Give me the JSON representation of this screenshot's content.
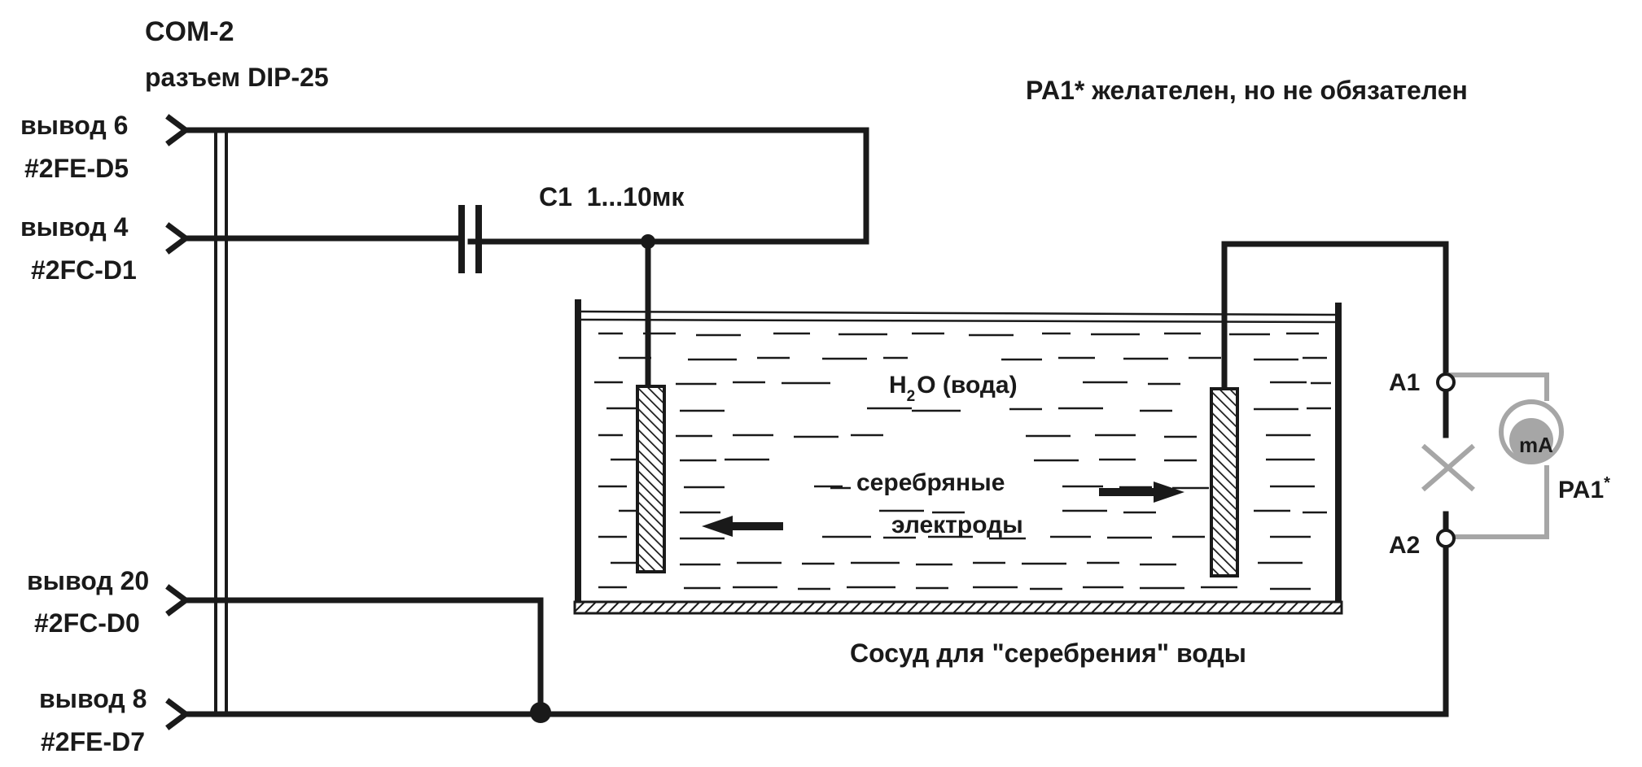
{
  "connector": {
    "title": "COM-2",
    "subtitle": "разъем DIP-25"
  },
  "pins": [
    {
      "label": "вывод 6",
      "code": "#2FE-D5"
    },
    {
      "label": "вывод 4",
      "code": "#2FC-D1"
    },
    {
      "label": "вывод 20",
      "code": "#2FC-D0"
    },
    {
      "label": "вывод 8",
      "code": "#2FE-D7"
    }
  ],
  "note": "PA1* желателен, но не обязателен",
  "capacitor": {
    "label": "C1  1...10мк"
  },
  "water": {
    "h": "H",
    "sub": "2",
    "rest": "O (вода)"
  },
  "electrodes": {
    "line1": "серебряные",
    "line2": "электроды"
  },
  "vessel": {
    "caption": "Сосуд для \"серебрения\" воды"
  },
  "meter": {
    "label": "mA",
    "name": "PA1",
    "star": "*",
    "terminal_1": "A1",
    "terminal_2": "A2"
  },
  "colors": {
    "ink": "#1a1a1a",
    "meter_gray": "#a6a6a6",
    "background": "#ffffff"
  }
}
